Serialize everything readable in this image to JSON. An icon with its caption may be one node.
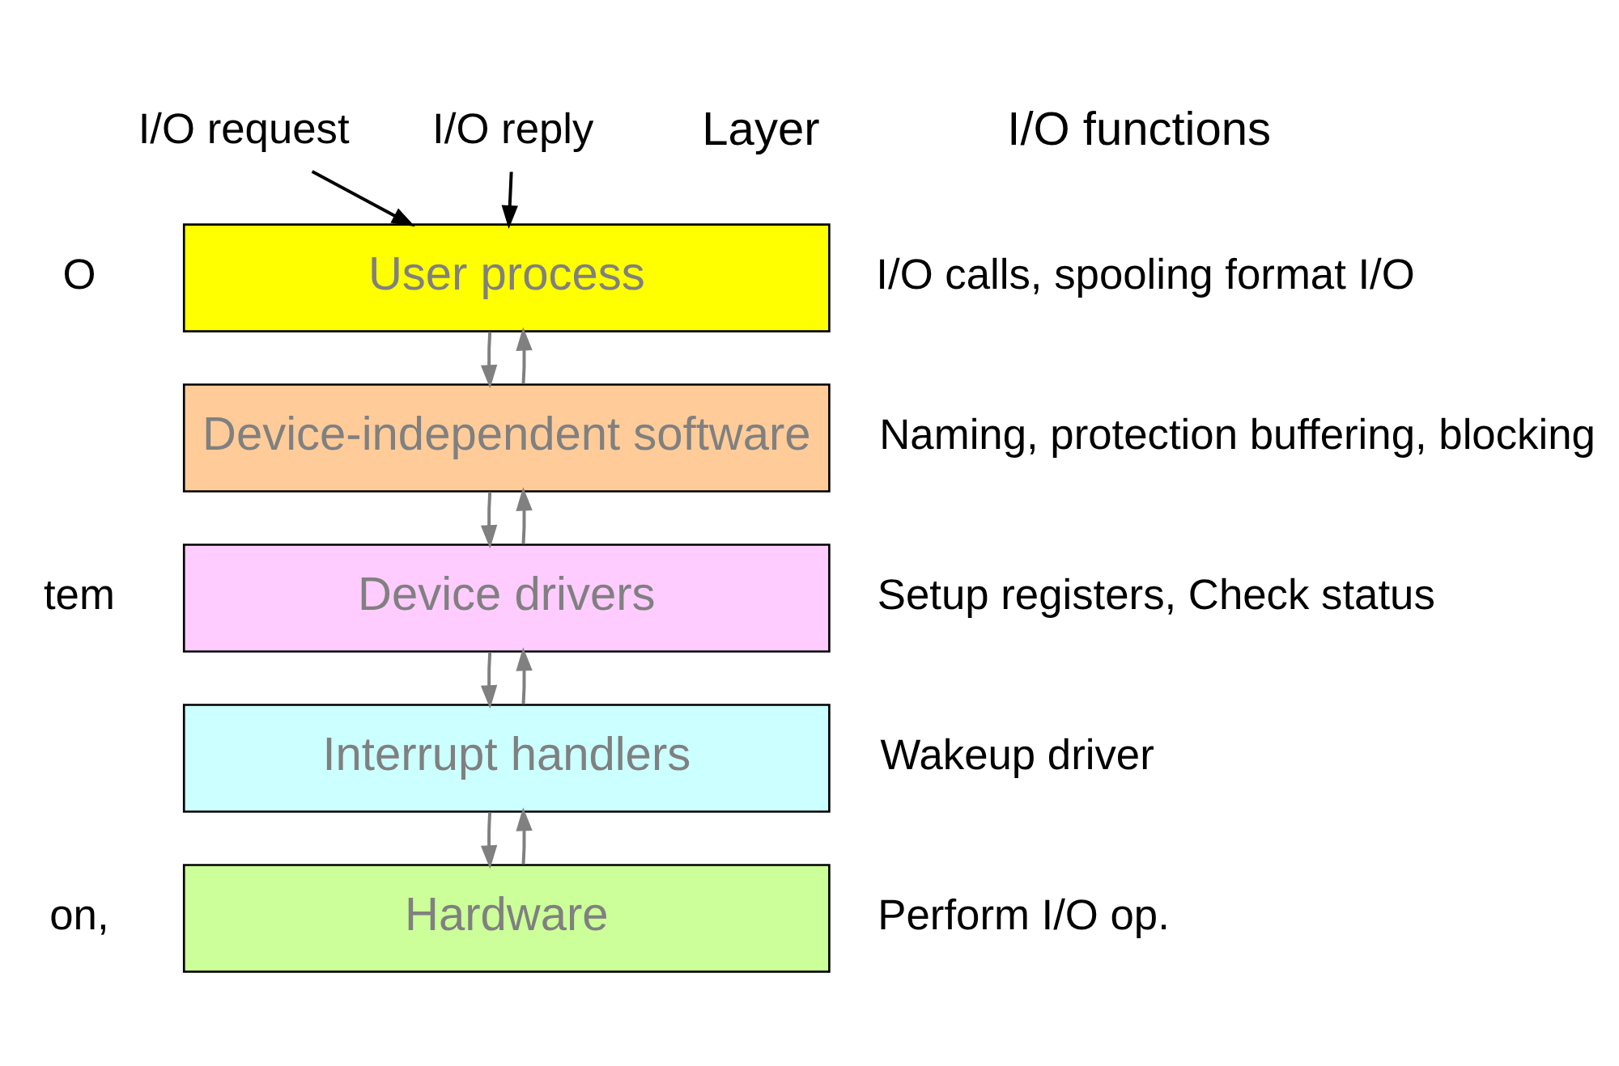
{
  "diagram": {
    "nodes": [
      {
        "text": [
          "User process"
        ],
        "beside": [
          "I/O calls, spooling format I/O"
        ]
      },
      {
        "text": [
          "Device-independent software"
        ],
        "beside": [
          "Naming, protection buffering, blocking"
        ]
      },
      {
        "text": [
          "Device drivers"
        ],
        "beside": [
          "Setup registers, Check status"
        ]
      },
      {
        "text": [
          "Interrupt handlers"
        ],
        "beside": [
          "Wakeup driver"
        ]
      },
      {
        "text": [
          "Hardware"
        ],
        "beside": [
          "Perform I/O op."
        ]
      },
      {
        "text": [
          "I/O request"
        ]
      },
      {
        "text": [
          "I/O reply"
        ]
      }
    ],
    "edges": [
      {
        "from": 5,
        "to": 0,
        "arrow": "to",
        "color": "#000000"
      },
      {
        "from": 6,
        "to": 0,
        "arrow": "to",
        "color": "#000000"
      },
      {
        "from": 0,
        "to": 1,
        "arrow": "to"
      },
      {
        "from": 1,
        "to": 2,
        "arrow": "to"
      },
      {
        "from": 2,
        "to": 3,
        "arrow": "to"
      },
      {
        "from": 3,
        "to": 4,
        "arrow": "to"
      },
      {
        "from": 4,
        "to": 3,
        "arrow": "to"
      },
      {
        "from": 3,
        "to": 2,
        "arrow": "to"
      },
      {
        "from": 2,
        "to": 1,
        "arrow": "to"
      },
      {
        "from": 1,
        "to": 0,
        "arrow": "to"
      }
    ],
    "labels": [
      "Layer",
      "I/O functions",
      "O",
      "tem",
      "on,"
    ]
  }
}
